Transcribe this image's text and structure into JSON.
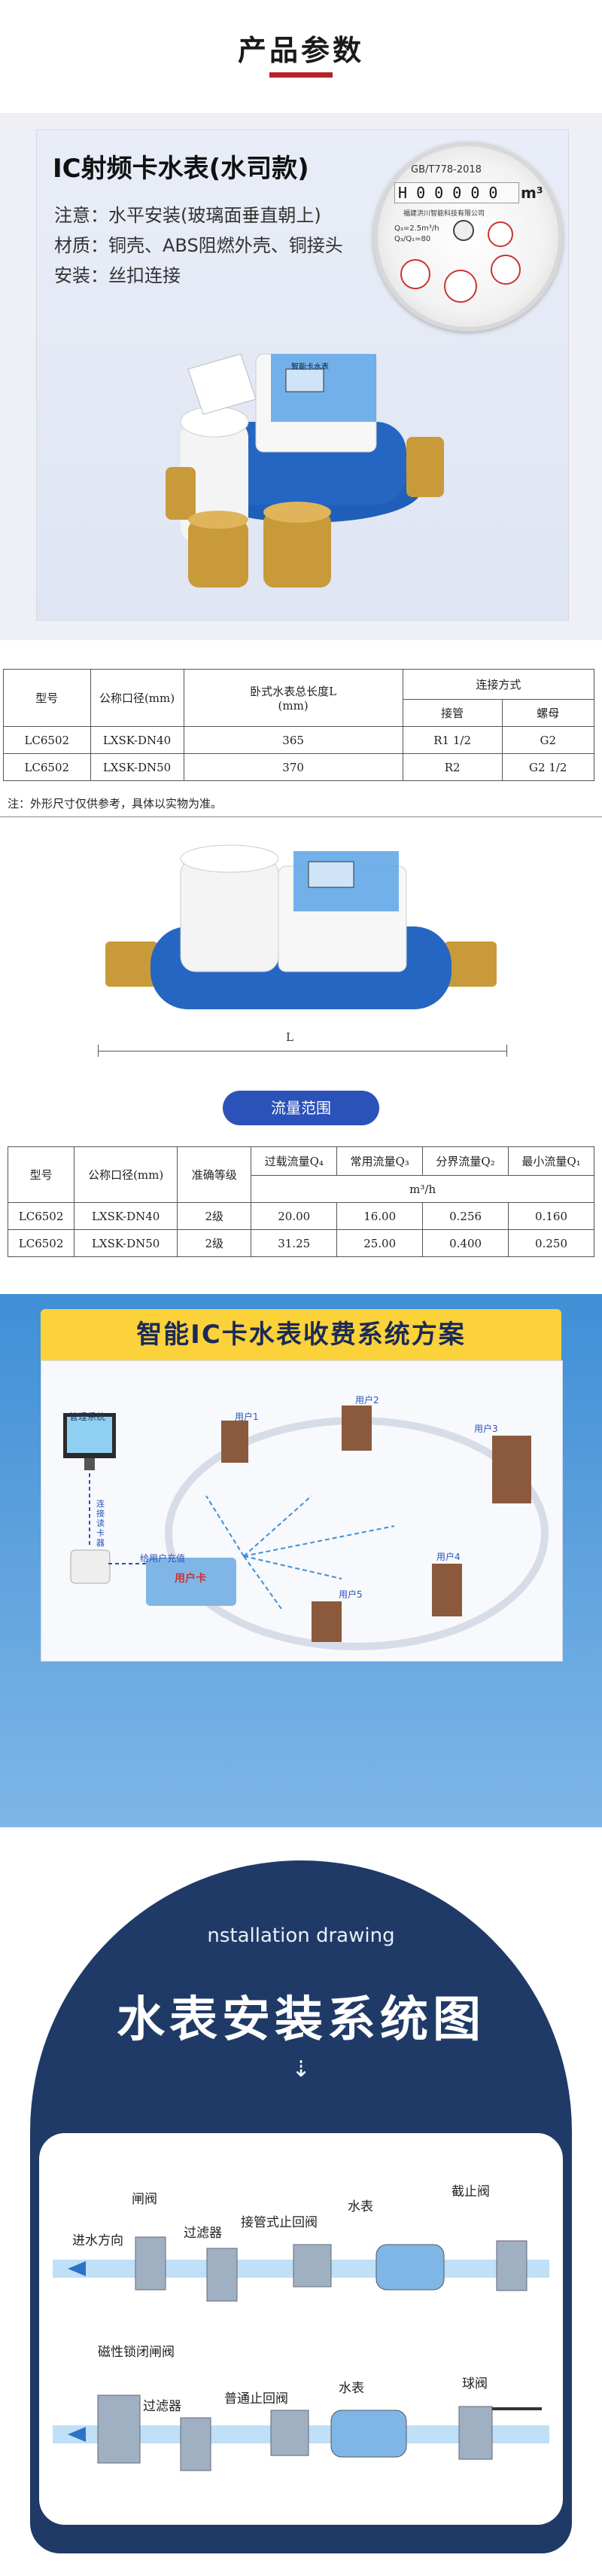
{
  "section_title": "产品参数",
  "product": {
    "name": "IC射频卡水表(水司款)",
    "specs": [
      "注意：水平安装(玻璃面垂直朝上)",
      "材质：铜壳、ABS阻燃外壳、铜接头",
      "安装：丝扣连接"
    ],
    "dial": {
      "standard": "GB/T778-2018",
      "reading": "H 0 0 0 0 0",
      "unit": "m³",
      "maker": "福建洪川智能科技有限公司",
      "q3": "Q₃=2.5m³/h",
      "ratio": "Q₃/Q₁=80"
    },
    "lcd_panel_label": "智能卡水表"
  },
  "table1": {
    "h_model": "型号",
    "h_caliber": "公称口径(mm)",
    "h_length": "卧式水表总长度L",
    "h_length_unit": "(mm)",
    "h_connect": "连接方式",
    "h_pipe": "接管",
    "h_nut": "螺母",
    "rows": [
      [
        "LC6502",
        "LXSK-DN40",
        "365",
        "R1 1/2",
        "G2"
      ],
      [
        "LC6502",
        "LXSK-DN50",
        "370",
        "R2",
        "G2 1/2"
      ]
    ],
    "note": "注：外形尺寸仅供参考，具体以实物为准。"
  },
  "dimension_label": "L",
  "flow_pill": "流量范围",
  "table2": {
    "h_model": "型号",
    "h_caliber": "公称口径(mm)",
    "h_grade": "准确等级",
    "h_q4": "过载流量Q₄",
    "h_q3": "常用流量Q₃",
    "h_q2": "分界流量Q₂",
    "h_q1": "最小流量Q₁",
    "h_unit": "m³/h",
    "rows": [
      [
        "LC6502",
        "LXSK-DN40",
        "2级",
        "20.00",
        "16.00",
        "0.256",
        "0.160"
      ],
      [
        "LC6502",
        "LXSK-DN50",
        "2级",
        "31.25",
        "25.00",
        "0.400",
        "0.250"
      ]
    ]
  },
  "system": {
    "title": "智能IC卡水表收费系统方案",
    "mgmt": "管理系统",
    "reader": "连接读卡器",
    "recharge": "给用户充值",
    "card": "用户卡",
    "users": [
      "用户1",
      "用户2",
      "用户3",
      "用户4",
      "用户5"
    ]
  },
  "install": {
    "en_title": "nstallation drawing",
    "title": "水表安装系统图",
    "arrow": "⇣",
    "d1": {
      "inlet": "进水方向",
      "gate": "闸阀",
      "filter": "过滤器",
      "check": "接管式止回阀",
      "meter": "水表",
      "stop": "截止阀"
    },
    "d2": {
      "magvalve": "磁性锁闭闸阀",
      "filter": "过滤器",
      "check": "普通止回阀",
      "meter": "水表",
      "ball": "球阀"
    }
  },
  "colors": {
    "accent_red": "#b81f26",
    "pill_blue": "#2b52b8",
    "banner_yellow": "#fcd23a",
    "navy": "#1f3a66",
    "meter_blue": "#1f5fb8",
    "brass": "#c99a3a"
  }
}
